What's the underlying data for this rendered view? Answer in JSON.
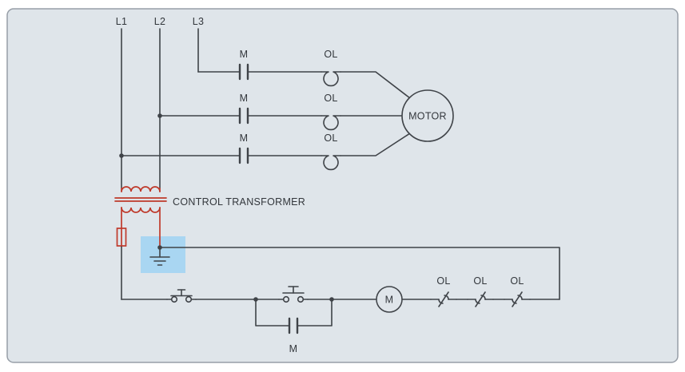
{
  "diagram": {
    "feed_lines": {
      "l1": "L1",
      "l2": "L2",
      "l3": "L3"
    },
    "power_rungs": [
      {
        "contact": "M",
        "overload": "OL"
      },
      {
        "contact": "M",
        "overload": "OL"
      },
      {
        "contact": "M",
        "overload": "OL"
      }
    ],
    "motor": {
      "label": "MOTOR"
    },
    "transformer": {
      "label": "CONTROL TRANSFORMER"
    },
    "control_circuit": {
      "coil": "M",
      "memory_contact": "M",
      "overload_contacts": [
        "OL",
        "OL",
        "OL"
      ]
    },
    "colors": {
      "canvas_background": "#dfe5ea",
      "wire": "#3f4348",
      "transformer_red": "#bf3a2b",
      "ground_highlight": "#a9d6f2"
    }
  }
}
